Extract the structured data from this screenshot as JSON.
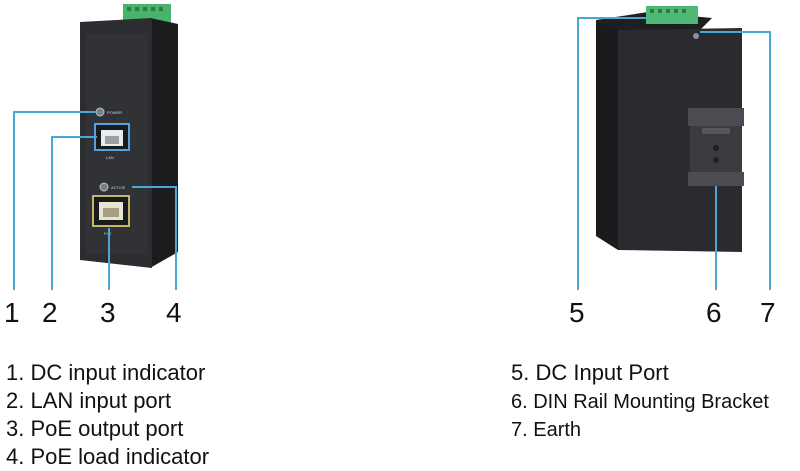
{
  "front_labels": {
    "power": "POWER",
    "lan": "LAN",
    "active": "ACTIVE",
    "poe": "PoE"
  },
  "callouts": [
    {
      "num": "1",
      "text": "1. DC input indicator"
    },
    {
      "num": "2",
      "text": "2. LAN input port"
    },
    {
      "num": "3",
      "text": "3. PoE output port"
    },
    {
      "num": "4",
      "text": "4. PoE load indicator"
    },
    {
      "num": "5",
      "text": "5. DC Input Port"
    },
    {
      "num": "6",
      "text": "6. DIN Rail Mounting Bracket"
    },
    {
      "num": "7",
      "text": "7. Earth"
    }
  ],
  "colors": {
    "callout_line": "#4aa8d8",
    "body": "#2a2b2d",
    "terminal": "#49b36b",
    "port_led": "#5aa0e0"
  }
}
